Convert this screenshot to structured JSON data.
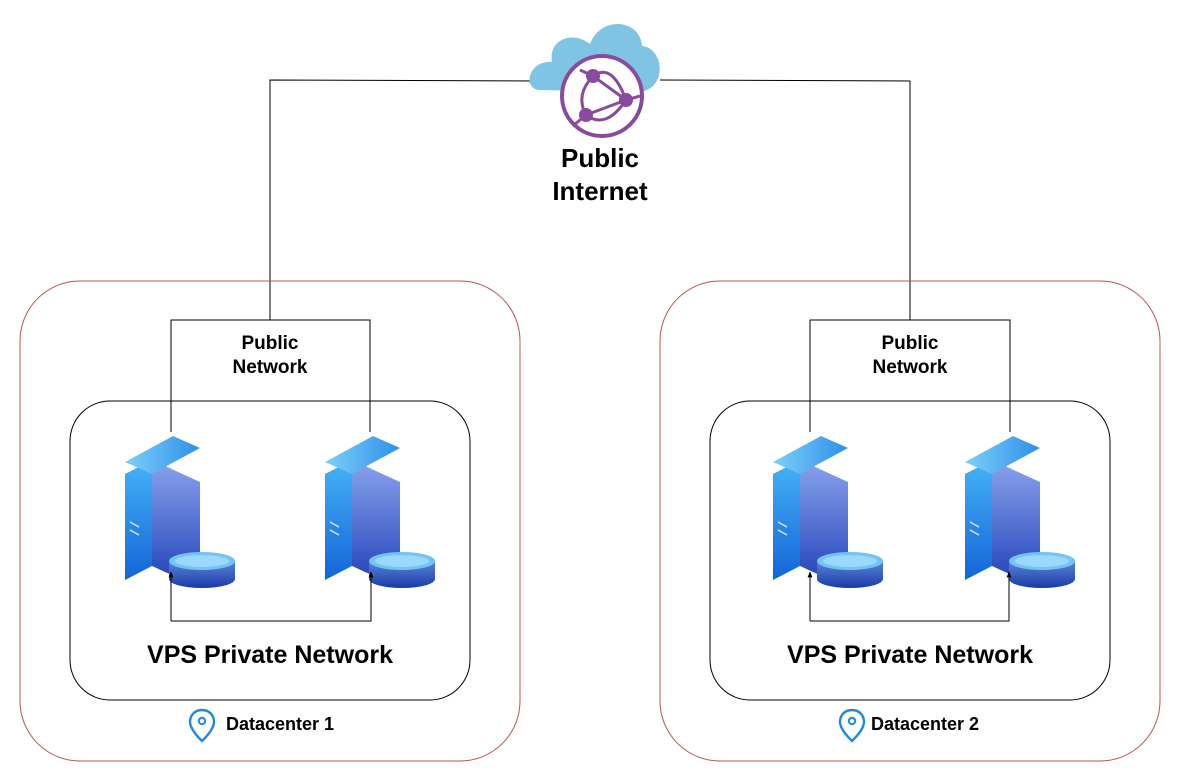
{
  "internet": {
    "label": "Public\nInternet"
  },
  "datacenters": [
    {
      "name": "Datacenter 1",
      "public_network": "Public\nNetwork",
      "private_network": "VPS Private Network"
    },
    {
      "name": "Datacenter 2",
      "public_network": "Public\nNetwork",
      "private_network": "VPS Private Network"
    }
  ],
  "colors": {
    "datacenter_border": "#b85450",
    "line": "#000000",
    "cloud": "#7fc4e3",
    "globe": "#8a4a9e",
    "pin": "#1e88e5",
    "server_front": "#2a5fd0",
    "server_side": "#1d7fe6",
    "server_top": "#5ab8f5"
  }
}
